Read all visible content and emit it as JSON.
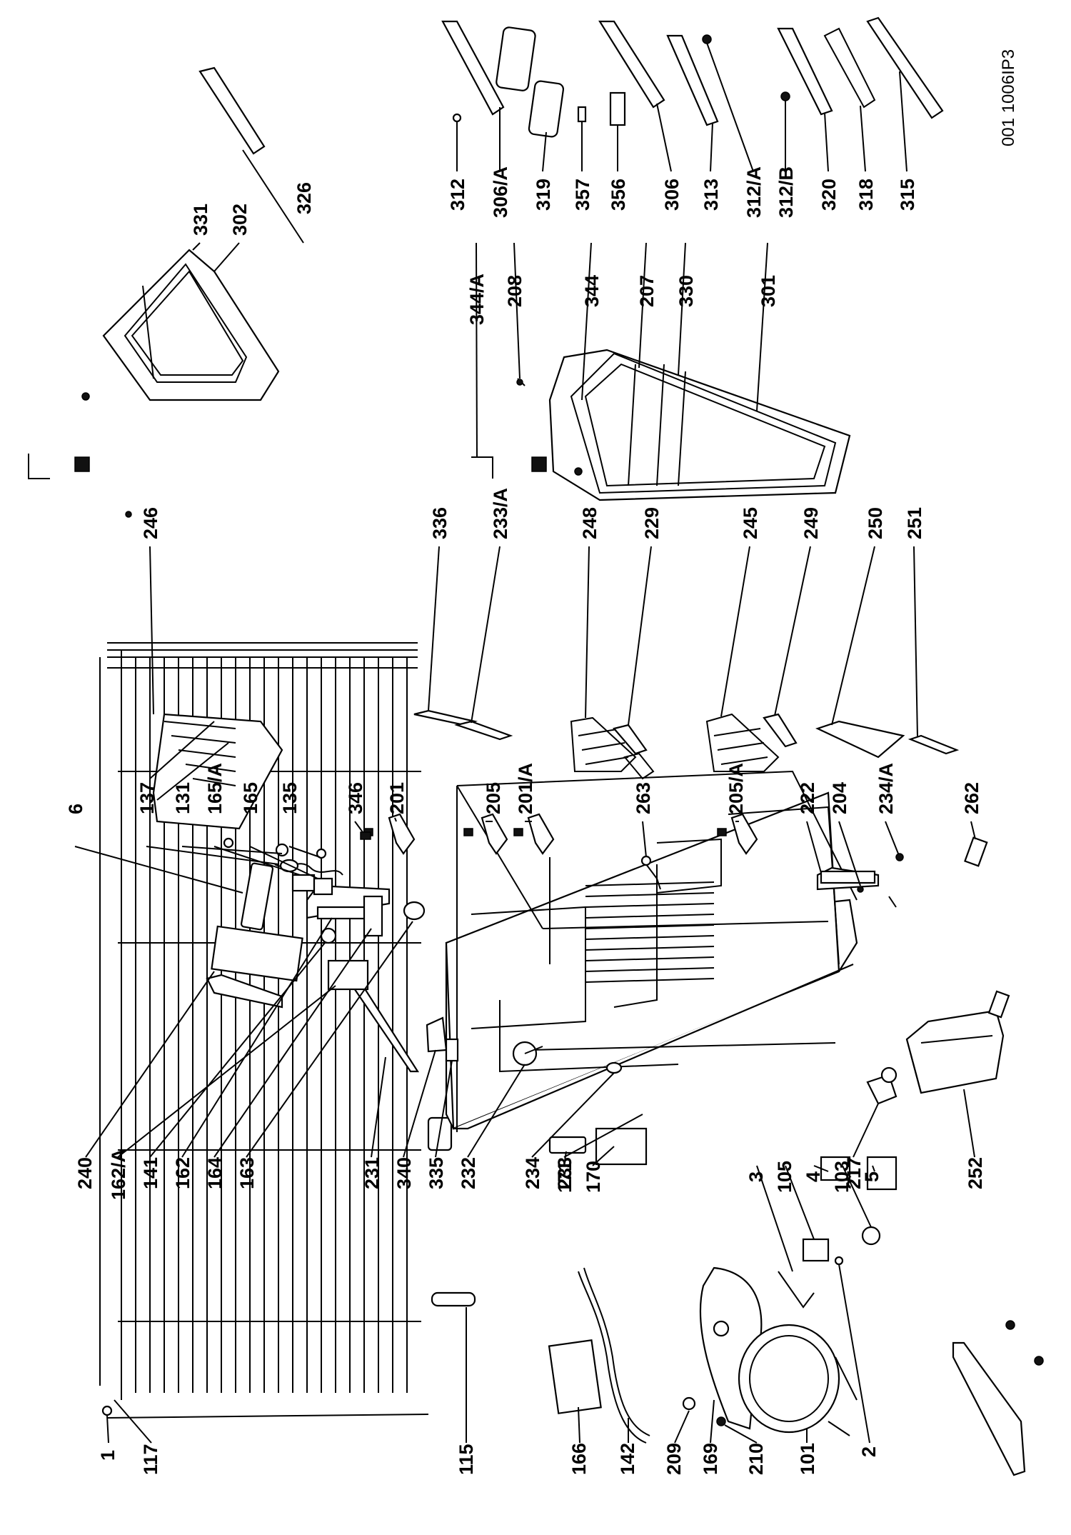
{
  "reference": "001 1006IP3",
  "groups": {
    "row_left": [
      "1",
      "117",
      "115",
      "166",
      "142",
      "209",
      "169",
      "210",
      "101",
      "2"
    ],
    "row_left_upper": [
      "171",
      "170",
      "3",
      "105",
      "4",
      "103",
      "5"
    ],
    "row_middle": [
      "240",
      "162/A",
      "141",
      "162",
      "164",
      "163",
      "231",
      "340",
      "335",
      "232",
      "234",
      "233",
      "217",
      "252"
    ],
    "row_middle_upper": [
      "6",
      "137",
      "131",
      "165/A",
      "165",
      "135",
      "346",
      "201",
      "205",
      "201/A",
      "263",
      "205/A",
      "222",
      "204",
      "234/A",
      "262"
    ],
    "row_right": [
      "246",
      "336",
      "233/A",
      "248",
      "229",
      "245",
      "249",
      "250",
      "251"
    ],
    "row_right_upper": [
      "331",
      "302",
      "326",
      "344/A",
      "208",
      "344",
      "207",
      "330",
      "301"
    ],
    "row_far_right": [
      "312",
      "306/A",
      "319",
      "357",
      "356",
      "306",
      "313",
      "312/A",
      "312/B",
      "320",
      "318",
      "315"
    ]
  }
}
